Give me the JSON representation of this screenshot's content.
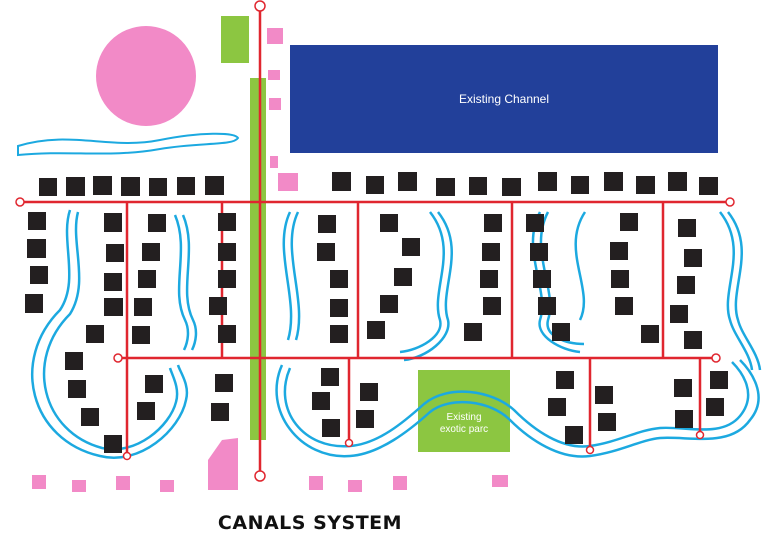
{
  "title": "CANALS SYSTEM",
  "labels": {
    "existing_channel": "Existing Channel",
    "existing_parc_line1": "Existing",
    "existing_parc_line2": "exotic parc"
  },
  "legend_colors": {
    "channel": "#22409a",
    "canal": "#1ca9e0",
    "road": "#e0262f",
    "building": "#231f20",
    "green_area": "#8cc641",
    "pink_area": "#f28ac7"
  }
}
